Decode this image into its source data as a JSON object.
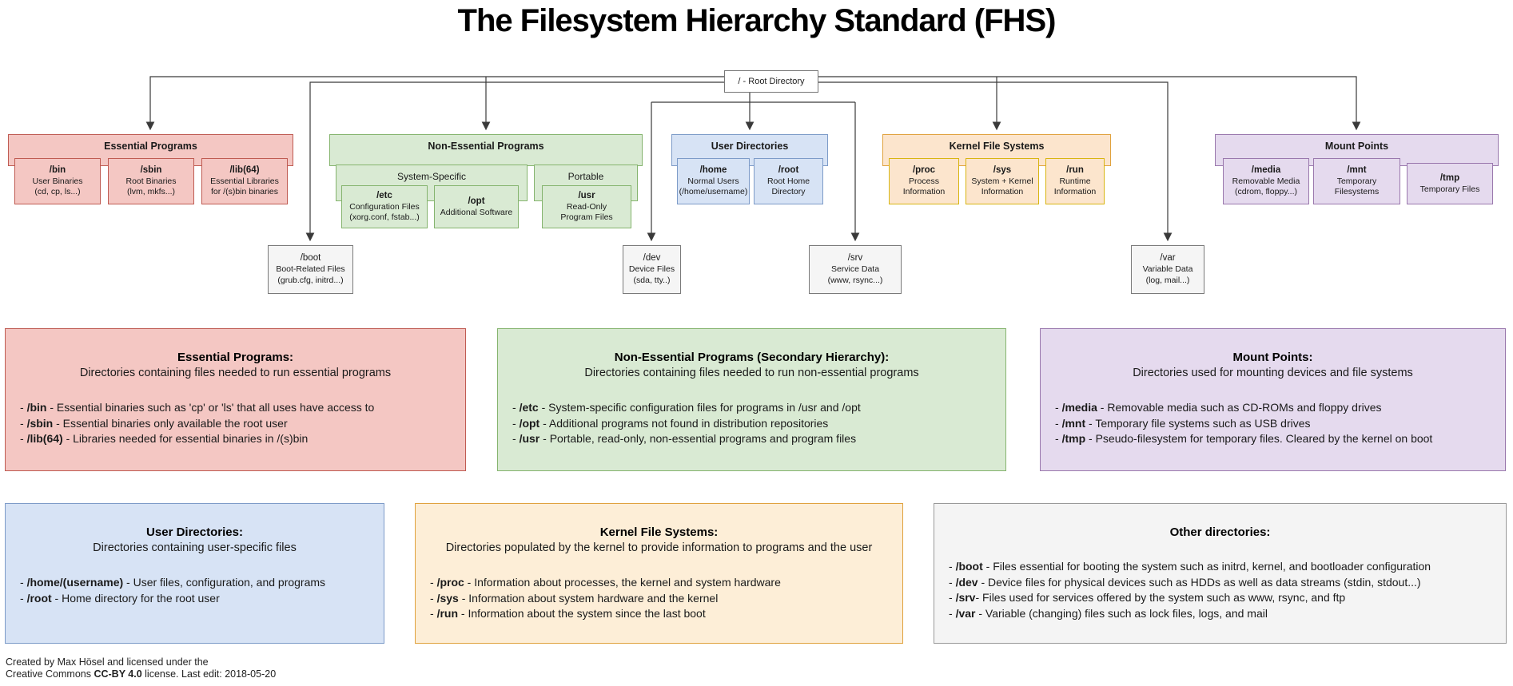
{
  "title": "The Filesystem Hierarchy Standard (FHS)",
  "bullet_prefix": "- ",
  "root": {
    "label": "/ - Root Directory"
  },
  "colors": {
    "essential_red": "#f4c7c3",
    "essential_red_border": "#bf5b52",
    "nonessential_green": "#d9ead3",
    "nonessential_green_border": "#85b46e",
    "user_blue": "#d7e3f5",
    "user_blue_border": "#7d9bc8",
    "kernel_orange": "#fce5cd",
    "kernel_orange_border": "#e0a23e",
    "mount_purple": "#e5daee",
    "mount_purple_border": "#9a78ad",
    "other_gray": "#f5f5f5",
    "other_gray_border": "#7a7a7a"
  },
  "tree": {
    "groups": [
      {
        "label": "Essential Programs",
        "items": [
          {
            "title": "/bin",
            "lines": [
              "User Binaries",
              "(cd, cp, ls...)"
            ]
          },
          {
            "title": "/sbin",
            "lines": [
              "Root Binaries",
              "(lvm, mkfs...)"
            ]
          },
          {
            "title": "/lib(64)",
            "lines": [
              "Essential Libraries",
              "for /(s)bin binaries"
            ]
          }
        ]
      },
      {
        "label": "Non-Essential Programs",
        "subgroups": [
          {
            "label": "System-Specific",
            "items": [
              {
                "title": "/etc",
                "lines": [
                  "Configuration Files",
                  "(xorg.conf, fstab...)"
                ]
              },
              {
                "title": "/opt",
                "lines": [
                  "Additional Software"
                ]
              }
            ]
          },
          {
            "label": "Portable",
            "items": [
              {
                "title": "/usr",
                "lines": [
                  "Read-Only",
                  "Program Files"
                ]
              }
            ]
          }
        ]
      },
      {
        "label": "User Directories",
        "items": [
          {
            "title": "/home",
            "lines": [
              "Normal Users",
              "(/home/username)"
            ]
          },
          {
            "title": "/root",
            "lines": [
              "Root Home",
              "Directory"
            ]
          }
        ]
      },
      {
        "label": "Kernel File Systems",
        "items": [
          {
            "title": "/proc",
            "lines": [
              "Process",
              "Information"
            ]
          },
          {
            "title": "/sys",
            "lines": [
              "System + Kernel",
              "Information"
            ]
          },
          {
            "title": "/run",
            "lines": [
              "Runtime",
              "Information"
            ]
          }
        ]
      },
      {
        "label": "Mount Points",
        "items": [
          {
            "title": "/media",
            "lines": [
              "Removable Media",
              "(cdrom, floppy...)"
            ]
          },
          {
            "title": "/mnt",
            "lines": [
              "Temporary",
              "Filesystems"
            ]
          },
          {
            "title": "/tmp",
            "lines": [
              "Temporary Files"
            ]
          }
        ]
      }
    ],
    "standalone": [
      {
        "title": "/boot",
        "lines": [
          "Boot-Related Files",
          "(grub.cfg, initrd...)"
        ]
      },
      {
        "title": "/dev",
        "lines": [
          "Device Files",
          "(sda, tty..)"
        ]
      },
      {
        "title": "/srv",
        "lines": [
          "Service Data",
          "(www, rsync...)"
        ]
      },
      {
        "title": "/var",
        "lines": [
          "Variable Data",
          "(log, mail...)"
        ]
      }
    ]
  },
  "panels": [
    {
      "title": "Essential Programs:",
      "subtitle": "Directories containing files needed to run essential programs",
      "bullets": [
        {
          "term": "/bin",
          "rest": " - Essential binaries such as 'cp' or 'ls' that all uses have access to"
        },
        {
          "term": "/sbin",
          "rest": " - Essential binaries only available the root user"
        },
        {
          "term": "/lib(64)",
          "rest": " - Libraries needed for essential binaries in /(s)bin"
        }
      ]
    },
    {
      "title": "Non-Essential Programs (Secondary Hierarchy):",
      "subtitle": "Directories containing files needed to run non-essential programs",
      "bullets": [
        {
          "term": "/etc",
          "rest": " - System-specific configuration files for programs in /usr and /opt"
        },
        {
          "term": "/opt",
          "rest": " - Additional programs not found in distribution repositories"
        },
        {
          "term": "/usr",
          "rest": " - Portable, read-only, non-essential programs and program files"
        }
      ]
    },
    {
      "title": "Mount Points:",
      "subtitle": "Directories used for mounting devices and file systems",
      "bullets": [
        {
          "term": "/media",
          "rest": " - Removable media such as CD-ROMs and floppy drives"
        },
        {
          "term": "/mnt",
          "rest": " - Temporary file systems such as USB drives"
        },
        {
          "term": "/tmp",
          "rest": " - Pseudo-filesystem for temporary files. Cleared by the kernel on boot"
        }
      ]
    },
    {
      "title": "User Directories:",
      "subtitle": "Directories containing user-specific files",
      "bullets": [
        {
          "term": "/home/(username)",
          "rest": " - User files, configuration, and programs"
        },
        {
          "term": "/root",
          "rest": " - Home directory for the root user"
        }
      ]
    },
    {
      "title": "Kernel File Systems:",
      "subtitle": "Directories populated by the kernel to provide information to programs and the user",
      "bullets": [
        {
          "term": "/proc",
          "rest": " - Information about processes, the kernel and system hardware"
        },
        {
          "term": "/sys",
          "rest": " - Information about system hardware and the kernel"
        },
        {
          "term": "/run",
          "rest": " - Information about the system since the last boot"
        }
      ]
    },
    {
      "title": "Other directories:",
      "subtitle": "",
      "bullets": [
        {
          "term": "/boot",
          "rest": " - Files essential for booting the system such as initrd, kernel, and bootloader configuration"
        },
        {
          "term": "/dev",
          "rest": " - Device files for physical devices such as HDDs as well as data streams (stdin, stdout...)"
        },
        {
          "term": "/srv",
          "rest": "- Files used for services offered by the system such as www, rsync, and ftp"
        },
        {
          "term": "/var",
          "rest": " - Variable (changing) files such as lock files, logs, and mail"
        }
      ]
    }
  ],
  "footer": {
    "line1": "Created by Max Hösel and licensed under the",
    "line2_pre": "Creative Commons ",
    "line2_bold": "CC-BY 4.0",
    "line2_post": " license. Last edit: 2018-05-20"
  }
}
